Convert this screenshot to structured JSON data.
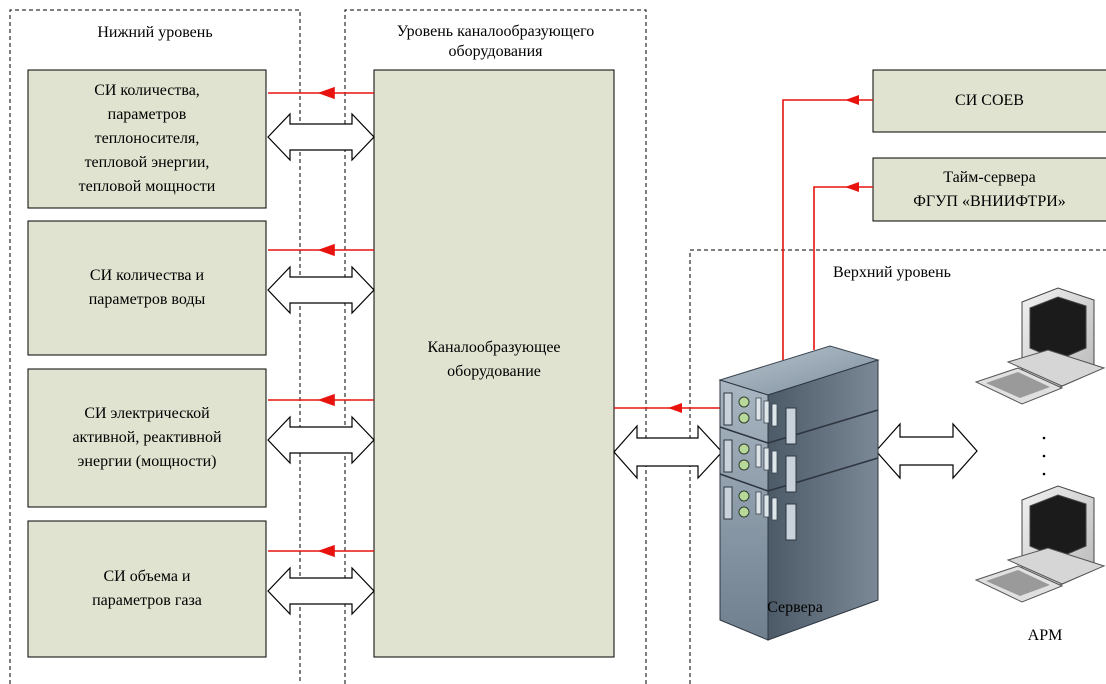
{
  "zones": {
    "lower": "Нижний уровень",
    "channel": "Уровень каналообразующего\nоборудования",
    "upper": "Верхний уровень"
  },
  "devices": [
    "СИ количества,\nпараметров\nтеплоносителя,\nтепловой энергии,\nтепловой мощности",
    "СИ количества и\nпараметров воды",
    "СИ электрической\nактивной, реактивной\nэнергии (мощности)",
    "СИ объема и\nпараметров газа"
  ],
  "channel_equipment": "Каналообразующее\nоборудование",
  "time_sources": [
    "СИ СОЕВ",
    "Тайм-сервера\nФГУП «ВНИИФТРИ»"
  ],
  "servers_label": "Сервера",
  "arm_label": "АРМ",
  "colors": {
    "box_fill": "#dfe3d0",
    "sync_line": "#e8130e",
    "border": "#000000"
  }
}
